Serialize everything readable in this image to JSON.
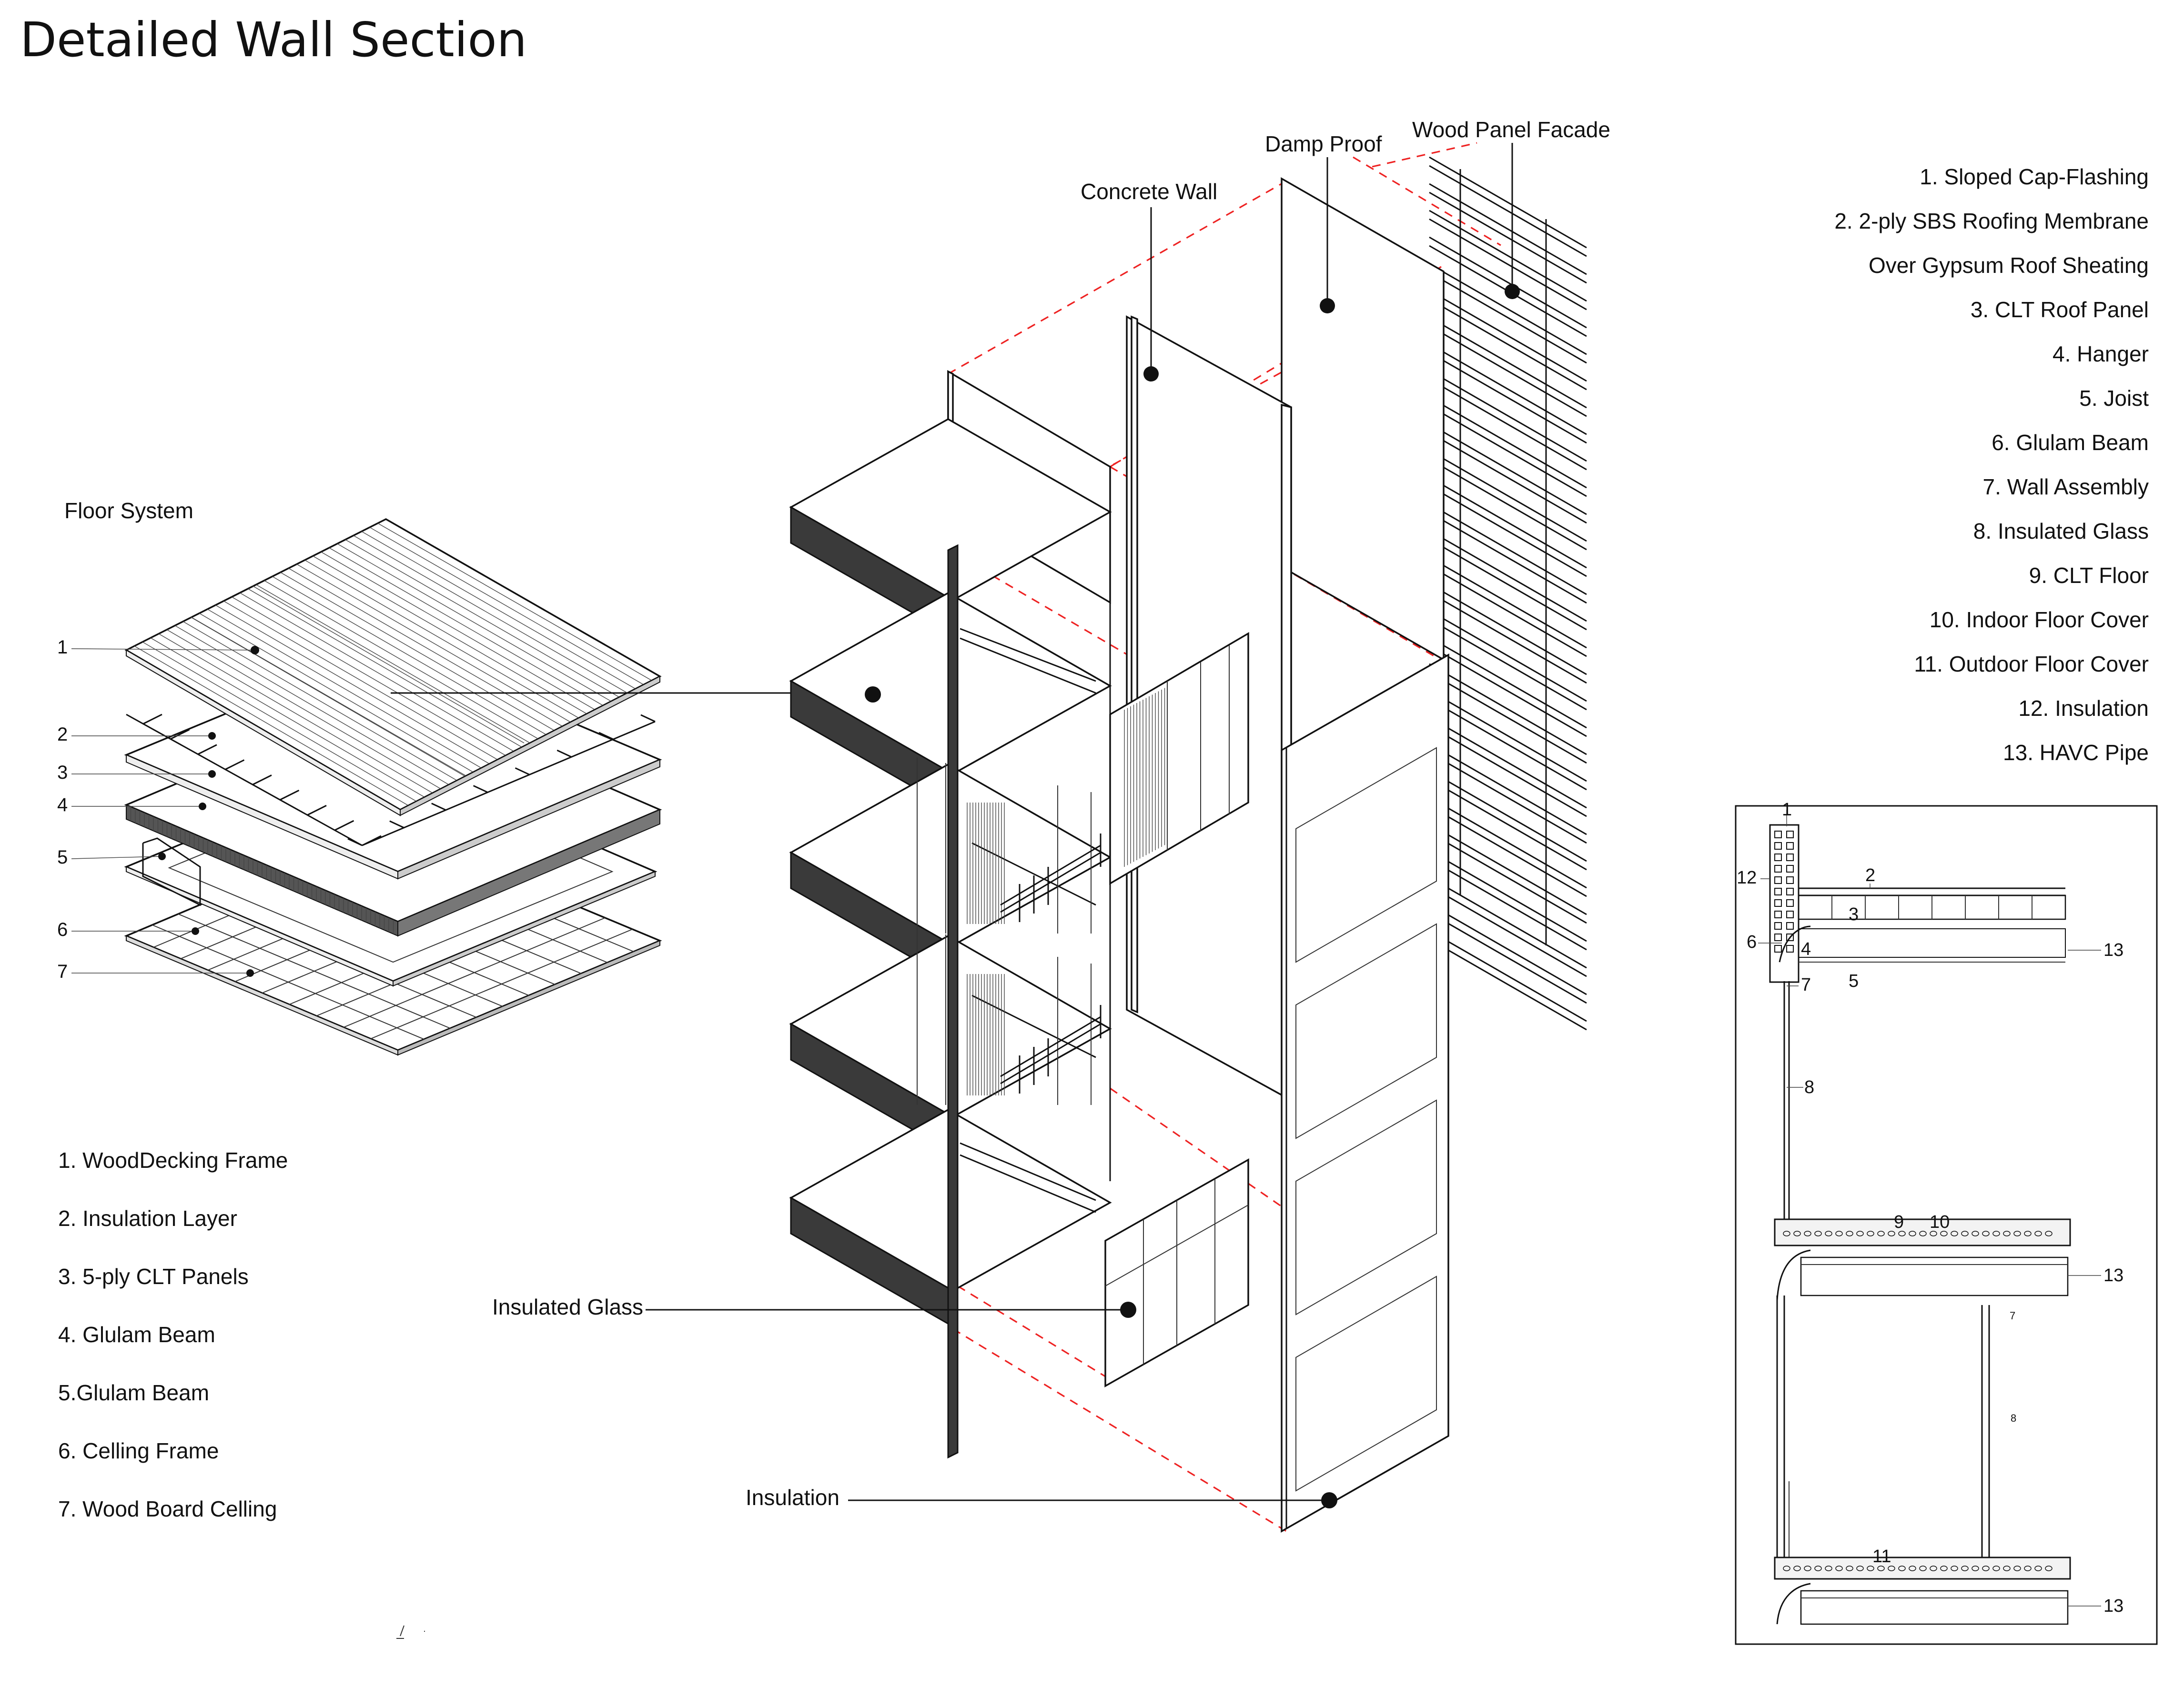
{
  "title": "Detailed Wall Section",
  "floor_system": {
    "heading": "Floor System",
    "layer_numbers": [
      "1",
      "2",
      "3",
      "4",
      "5",
      "6",
      "7"
    ],
    "legend": [
      "1. WoodDecking Frame",
      "2. Insulation Layer",
      "3. 5-ply CLT Panels",
      "4. Glulam Beam",
      "5.Glulam Beam",
      "6. Celling Frame",
      "7. Wood Board Celling"
    ]
  },
  "axonometric": {
    "labels": {
      "concrete_wall": "Concrete Wall",
      "damp_proof": "Damp Proof",
      "wood_panel_facade": "Wood Panel Facade",
      "insulated_glass": "Insulated Glass",
      "insulation": "Insulation"
    }
  },
  "components": [
    "1. Sloped Cap-Flashing",
    "2. 2-ply SBS Roofing Membrane",
    "Over Gypsum Roof Sheating",
    "3. CLT Roof Panel",
    "4. Hanger",
    "5. Joist",
    "6. Glulam Beam",
    "7. Wall Assembly",
    "8. Insulated Glass",
    "9. CLT Floor",
    "10. Indoor Floor Cover",
    "11. Outdoor Floor Cover",
    "12. Insulation",
    "13. HAVC Pipe"
  ],
  "section_tags": {
    "t1": "1",
    "t2": "2",
    "t3": "3",
    "t4": "4",
    "t5": "5",
    "t6": "6",
    "t7": "7",
    "t8": "8",
    "t9": "9",
    "t10": "10",
    "t11": "11",
    "t12": "12",
    "t13a": "13",
    "t13b": "13",
    "t13c": "13",
    "s7": "7",
    "s8": "8"
  },
  "colors": {
    "line": "#111111",
    "projection_dash": "#e22222",
    "slab_edge": "#3a3a3a",
    "background": "#ffffff"
  }
}
